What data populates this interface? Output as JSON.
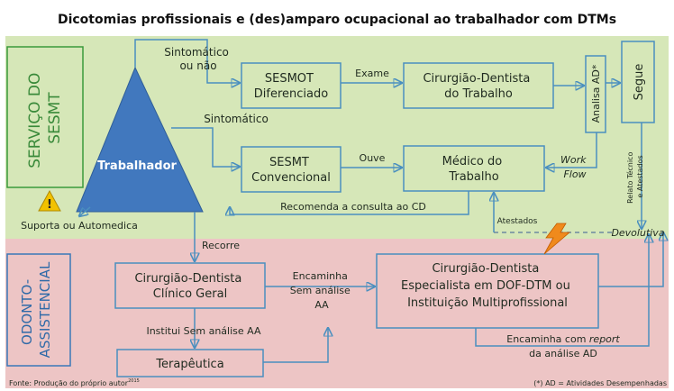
{
  "title": "Dicotomias profissionais e (des)amparo ocupacional ao trabalhador com DTMs",
  "colors": {
    "top_band": "#d6e7b8",
    "bottom_band": "#edc5c5",
    "box_stroke": "#4a8fbf",
    "arrow": "#4a8fbf",
    "triangle": "#4178be",
    "section_green": "#3a9a3a",
    "section_blue": "#3a78b8"
  },
  "sections": {
    "top": "SERVIÇO DO SESMT",
    "top_line1": "SERVIÇO DO",
    "top_line2": "SESMT",
    "bottom_line1": "ODONTO-",
    "bottom_line2": "ASSISTENCIAL"
  },
  "nodes": {
    "trabalhador": "Trabalhador",
    "sesmot": [
      "SESMOT",
      "Diferenciado"
    ],
    "cd_trabalho": [
      "Cirurgião-Dentista",
      "do Trabalho"
    ],
    "analisa": "Analisa AD*",
    "segue": "Segue",
    "sesmt_conv": [
      "SESMT",
      "Convencional"
    ],
    "medico": [
      "Médico do",
      "Trabalho"
    ],
    "cd_clinico": [
      "Cirurgião-Dentista",
      "Clínico Geral"
    ],
    "especialista": [
      "Cirurgião-Dentista",
      "Especialista em DOF-DTM ou",
      "Instituição Multiprofissional"
    ],
    "terapeutica": "Terapêutica"
  },
  "labels": {
    "sintomatico_ou_nao": [
      "Sintomático",
      "ou não"
    ],
    "sintomatico": "Sintomático",
    "exame": "Exame",
    "ouve": "Ouve",
    "work_flow": [
      "Work",
      "Flow"
    ],
    "recomenda": "Recomenda  a consulta ao CD",
    "suporta": "Suporta ou Automedica",
    "atestados": "Atestados",
    "relato": [
      "Relato Técnico",
      "e Atestados"
    ],
    "devolutiva": "Devolutiva",
    "recorre": "Recorre",
    "encaminha_sem": [
      "Encaminha",
      "Sem análise",
      "AA"
    ],
    "institui": "Institui Sem análise AA",
    "encaminha_report": [
      "Encaminha com ",
      "report"
    ],
    "da_analise": "da análise AD",
    "fonte": "Fonte: Produção do próprio autor",
    "fonte_sup": "2015",
    "footnote": "(*) AD = Atividades Desempenhadas"
  }
}
